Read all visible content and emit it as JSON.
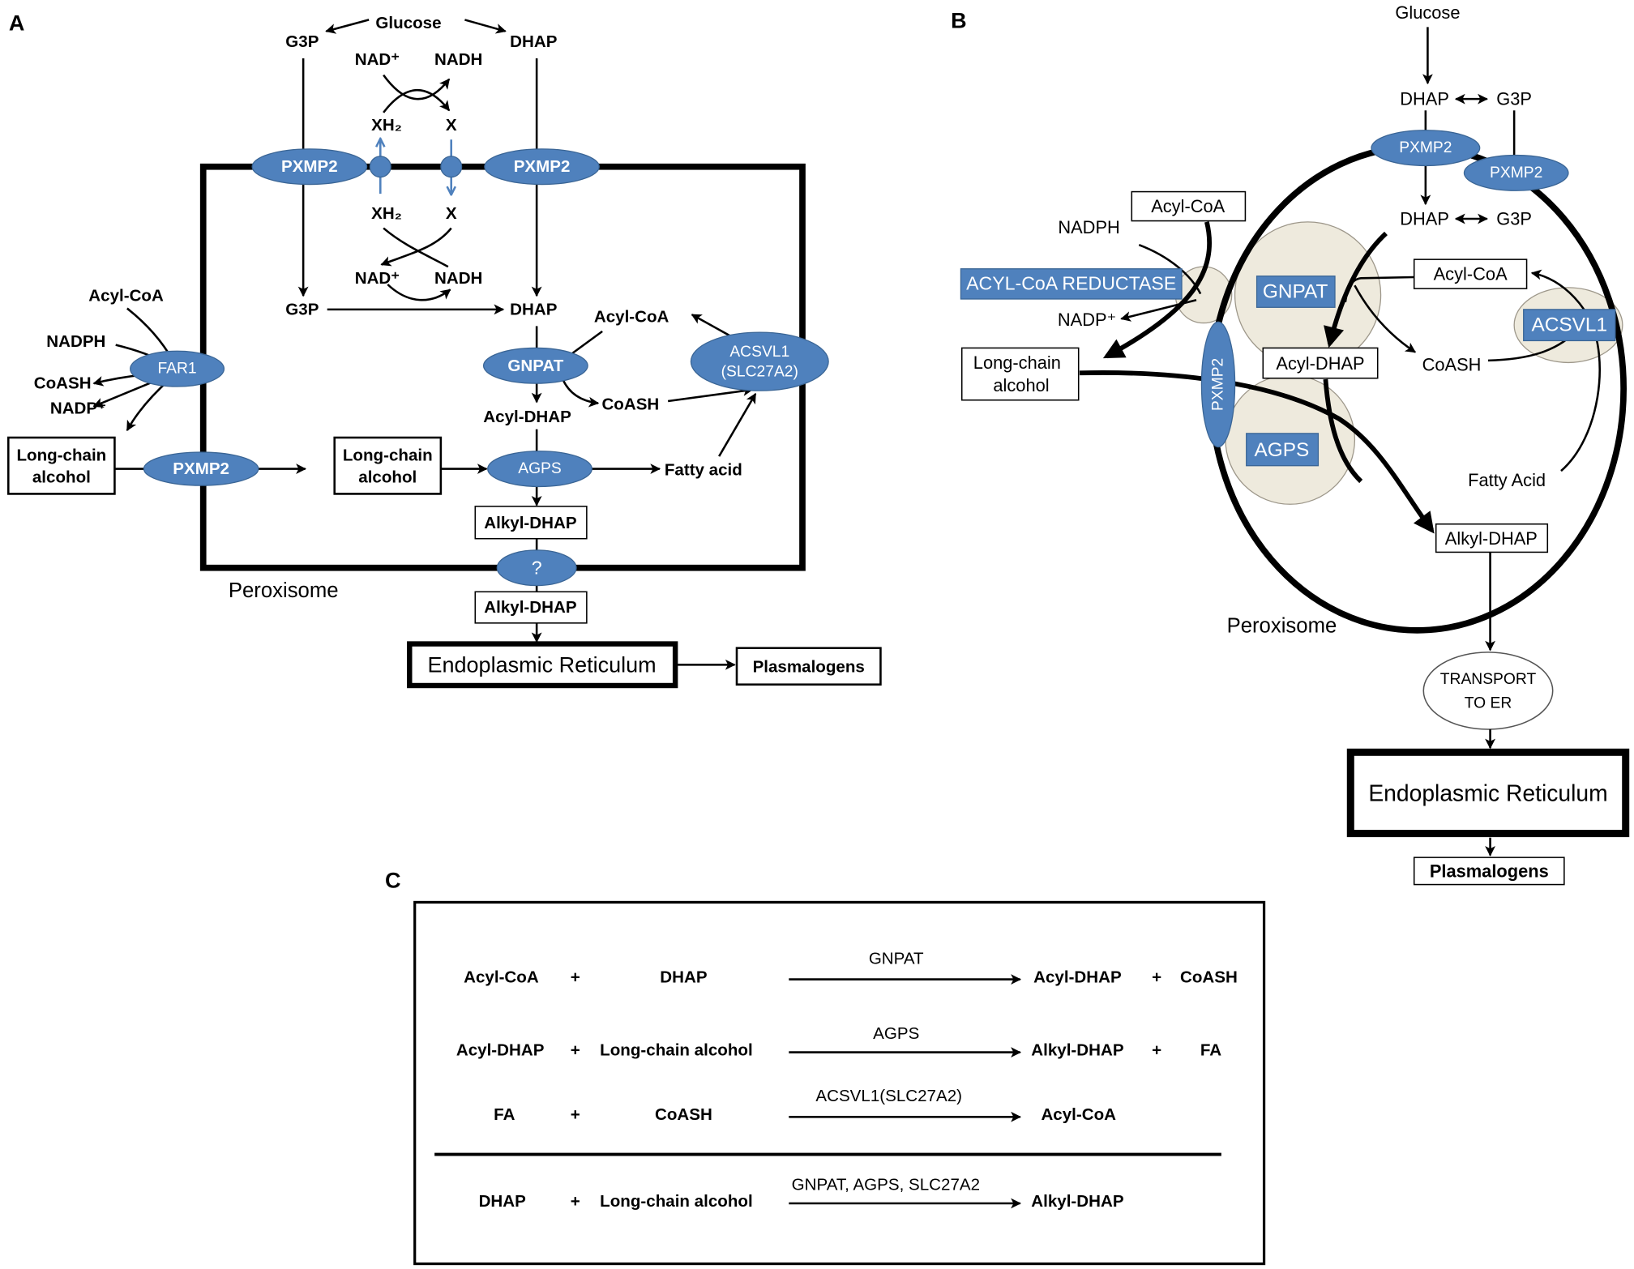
{
  "colors": {
    "protein": "#4f81bd",
    "complex_background": "#eeeadd",
    "complex_outline": "#9d978a"
  },
  "panel_a": {
    "label": "A",
    "glucose": "Glucose",
    "g3p_cytosol": "G3P",
    "dhap_cytosol": "DHAP",
    "nad_plus_out": "NAD⁺",
    "nadh_out": "NADH",
    "xh2_out": "XH₂",
    "x_out": "X",
    "pxmp2": "PXMP2",
    "xh2_in": "XH₂",
    "x_in": "X",
    "nad_plus_in": "NAD⁺",
    "nadh_in": "NADH",
    "g3p_peroxisome": "G3P",
    "dhap_peroxisome": "DHAP",
    "acyl_coa_gnpat": "Acyl-CoA",
    "gnpat": "GNPAT",
    "coash_gnpat": "CoASH",
    "acyl_dhap": "Acyl-DHAP",
    "acsvl1_line1": "ACSVL1",
    "acsvl1_line2": "(SLC27A2)",
    "acyl_coa_far1": "Acyl-CoA",
    "nadph": "NADPH",
    "coash_far1": "CoASH",
    "nadp_plus": "NADP⁺",
    "far1": "FAR1",
    "long_chain_line1": "Long-chain",
    "long_chain_line2": "alcohol",
    "agps": "AGPS",
    "fatty_acid": "Fatty acid",
    "alkyl_dhap": "Alkyl-DHAP",
    "unknown_transporter": "?",
    "peroxisome": "Peroxisome",
    "er": "Endoplasmic Reticulum",
    "plasmalogens": "Plasmalogens"
  },
  "panel_b": {
    "label": "B",
    "glucose": "Glucose",
    "dhap": "DHAP",
    "g3p": "G3P",
    "pxmp2": "PXMP2",
    "acyl_coa": "Acyl-CoA",
    "nadph": "NADPH",
    "acyl_coa_reductase": "ACYL-CoA REDUCTASE",
    "nadp_plus": "NADP⁺",
    "long_chain_line1": "Long-chain",
    "long_chain_line2": "alcohol",
    "gnpat": "GNPAT",
    "acsvl1": "ACSVL1",
    "acyl_dhap": "Acyl-DHAP",
    "coash": "CoASH",
    "agps": "AGPS",
    "fatty_acid": "Fatty Acid",
    "alkyl_dhap": "Alkyl-DHAP",
    "peroxisome": "Peroxisome",
    "transport_line1": "TRANSPORT",
    "transport_line2": "TO ER",
    "er": "Endoplasmic Reticulum",
    "plasmalogens": "Plasmalogens"
  },
  "panel_c": {
    "label": "C",
    "reactions": [
      {
        "reactant1": "Acyl-CoA",
        "plus1": "+",
        "reactant2": "DHAP",
        "enzyme": "GNPAT",
        "product1": "Acyl-DHAP",
        "plus2": "+",
        "product2": "CoASH"
      },
      {
        "reactant1": "Acyl-DHAP",
        "plus1": "+",
        "reactant2": "Long-chain alcohol",
        "enzyme": "AGPS",
        "product1": "Alkyl-DHAP",
        "plus2": "+",
        "product2": "FA"
      },
      {
        "reactant1": "FA",
        "plus1": "+",
        "reactant2": "CoASH",
        "enzyme": "ACSVL1(SLC27A2)",
        "product1": "Acyl-CoA"
      }
    ],
    "net": {
      "reactant1": "DHAP",
      "plus1": "+",
      "reactant2": "Long-chain alcohol",
      "enzyme": "GNPAT, AGPS, SLC27A2",
      "product1": "Alkyl-DHAP"
    }
  }
}
